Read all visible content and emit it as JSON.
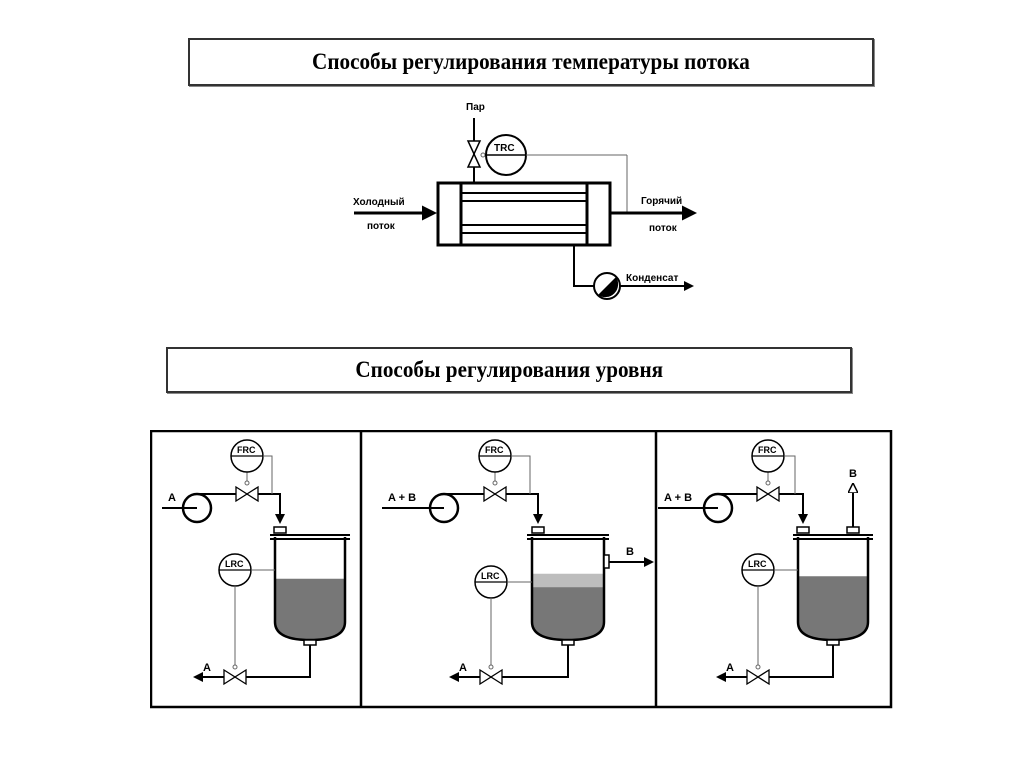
{
  "sections": [
    {
      "title": "Способы регулирования температуры потока"
    },
    {
      "title": "Способы регулирования уровня"
    }
  ],
  "heat_exchanger": {
    "steam_label": "Пар",
    "controller_label": "TRC",
    "inlet_label_line1": "Холодный",
    "inlet_label_line2": "поток",
    "outlet_label_line1": "Горячий",
    "outlet_label_line2": "поток",
    "condensate_label": "Конденсат"
  },
  "level_schemes": [
    {
      "feed_label": "A",
      "flow_controller": "FRC",
      "level_controller": "LRC",
      "bottom_outlet": "A",
      "liquid_level": 0.72,
      "top_layer": null
    },
    {
      "feed_label": "A + B",
      "flow_controller": "FRC",
      "level_controller": "LRC",
      "bottom_outlet": "A",
      "side_outlet": "B",
      "liquid_level": 0.62,
      "light_layer_level": 0.78
    },
    {
      "feed_label": "A + B",
      "flow_controller": "FRC",
      "level_controller": "LRC",
      "bottom_outlet": "A",
      "vapor_outlet": "B",
      "liquid_level": 0.75
    }
  ],
  "colors": {
    "liquid": "#777777",
    "light_layer": "#bdbdbd",
    "line": "#000000",
    "signal": "#666666"
  }
}
